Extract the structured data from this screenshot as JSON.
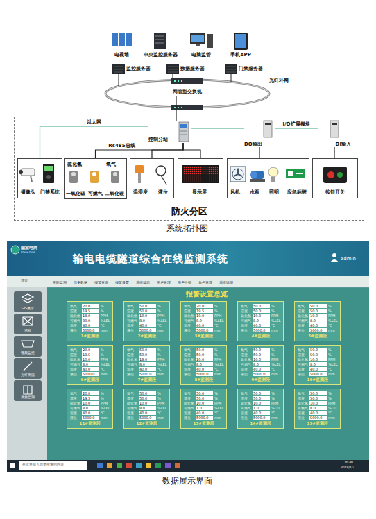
{
  "diagram": {
    "caption": "系统拓扑图",
    "nodes": [
      {
        "text": [
          "电视墙"
        ]
      },
      {
        "text": [
          "中央监控服务器"
        ]
      },
      {
        "text": [
          "电脑监管"
        ]
      },
      {
        "text": [
          "手机APP"
        ]
      },
      {
        "text": [
          "监控服务器"
        ]
      },
      {
        "text": [
          "数据服务器"
        ]
      },
      {
        "text": [
          "门禁服务器"
        ]
      },
      {
        "text": [
          "网管型交换机"
        ]
      },
      {
        "text": [
          "防火分区"
        ]
      },
      {
        "text": [
          "控制分站"
        ],
        "in": 8
      },
      {
        "text": [
          "DO输出"
        ],
        "in": 8
      },
      {
        "text": [
          "DI输入"
        ],
        "in": 8
      },
      {
        "text": [
          "摄像头",
          "门禁系统"
        ],
        "in": 8
      },
      {
        "text": [
          "硫化氢",
          "氧气",
          "一氧化碳",
          "可燃气",
          "二氧化碳"
        ],
        "in": 8
      },
      {
        "text": [
          "温湿度",
          "液位"
        ],
        "in": 8
      },
      {
        "text": [
          "显示屏"
        ],
        "in": 8
      },
      {
        "text": [
          "风机",
          "水泵",
          "照明",
          "应急标牌"
        ],
        "in": 8
      },
      {
        "text": [
          "按钮开关"
        ],
        "in": 8
      },
      {
        "text": [
          "氧气",
          "20.0",
          "%",
          "湿度",
          "19.5",
          "%",
          "硫化氢",
          "18.0",
          "PPM",
          "可燃气",
          "30.0",
          "%LEL",
          "温度",
          "40.0",
          "℃",
          "液位",
          "5000.0",
          "mm",
          "1#监测段"
        ]
      },
      {
        "text": [
          "氧气",
          "50.0",
          "%",
          "湿度",
          "50.0",
          "%",
          "硫化氢",
          "10.0",
          "PPM",
          "可燃气",
          "8.0",
          "%LEL",
          "温度",
          "40.0",
          "℃",
          "液位",
          "5000.0",
          "mm",
          "2#监测段"
        ]
      },
      {
        "text": [
          "氧气",
          "20.0",
          "%",
          "湿度",
          "19.5",
          "%",
          "硫化氢",
          "10.0",
          "PPM",
          "可燃气",
          "8.0",
          "%LEL",
          "温度",
          "40.0",
          "℃",
          "液位",
          "5000.0",
          "mm",
          "3#监测段"
        ]
      },
      {
        "text": [
          "氧气",
          "50.0",
          "%",
          "湿度",
          "50.0",
          "%",
          "硫化氢",
          "10.0",
          "PPM",
          "可燃气",
          "8.0",
          "%LEL",
          "温度",
          "40.0",
          "℃",
          "液位",
          "5000.0",
          "mm",
          "4#监测段"
        ]
      },
      {
        "text": [
          "氧气",
          "50.0",
          "%",
          "湿度",
          "50.0",
          "%",
          "硫化氢",
          "10.0",
          "PPM",
          "可燃气",
          "8.0",
          "%LEL",
          "温度",
          "40.0",
          "℃",
          "液位",
          "5000.0",
          "mm",
          "5#监测段"
        ]
      },
      {
        "text": [
          "氧气",
          "20.0",
          "%",
          "湿度",
          "19.5",
          "%",
          "硫化氢",
          "10.0",
          "PPM",
          "可燃气",
          "8.0",
          "%LEL",
          "温度",
          "40.0",
          "℃",
          "液位",
          "5000.0",
          "mm",
          "6#监测段"
        ]
      },
      {
        "text": [
          "氧气",
          "50.0",
          "%",
          "湿度",
          "50.0",
          "%",
          "硫化氢",
          "18.0",
          "PPM",
          "可燃气",
          "8.0",
          "%LEL",
          "温度",
          "40.0",
          "℃",
          "液位",
          "5000.0",
          "mm",
          "7#监测段"
        ]
      },
      {
        "text": [
          "氧气",
          "50.0",
          "%",
          "湿度",
          "50.0",
          "%",
          "硫化氢",
          "10.0",
          "PPM",
          "可燃气",
          "8.0",
          "%LEL",
          "温度",
          "40.0",
          "℃",
          "液位",
          "5000.0",
          "mm",
          "8#监测段"
        ]
      },
      {
        "text": [
          "氧气",
          "50.0",
          "%",
          "湿度",
          "50.0",
          "%",
          "硫化氢",
          "10.0",
          "PPM",
          "可燃气",
          "8.0",
          "%LEL",
          "温度",
          "40.0",
          "℃",
          "液位",
          "5000.0",
          "mm",
          "9#监测段"
        ]
      },
      {
        "text": [
          "氧气",
          "50.0",
          "%",
          "湿度",
          "50.0",
          "%",
          "硫化氢",
          "10.0",
          "PPM",
          "可燃气",
          "8.0",
          "%LEL",
          "温度",
          "40.0",
          "℃",
          "液位",
          "5000.0",
          "mm",
          "10#监测段"
        ]
      },
      {
        "text": [
          "氧气",
          "20.0",
          "%",
          "湿度",
          "19.5",
          "%",
          "硫化氢",
          "10.0",
          "PPM",
          "可燃气",
          "8.0",
          "%LEL",
          "温度",
          "40.0",
          "℃",
          "液位",
          "5000.0",
          "mm",
          "11#监测段"
        ]
      },
      {
        "text": [
          "氧气",
          "50.0",
          "%",
          "湿度",
          "50.0",
          "%",
          "硫化氢",
          "10.0",
          "PPM",
          "可燃气",
          "8.0",
          "%LEL",
          "温度",
          "40.0",
          "℃",
          "液位",
          "5000.0",
          "mm",
          "12#监测段"
        ]
      },
      {
        "text": [
          "氧气",
          "50.0",
          "%",
          "湿度",
          "50.0",
          "%",
          "硫化氢",
          "10.0",
          "PPM",
          "可燃气",
          "1.0",
          "%LEL",
          "温度",
          "40.0",
          "℃",
          "液位",
          "5000.0",
          "mm",
          "13#监测段"
        ]
      },
      {
        "text": [
          "氧气",
          "50.0",
          "%",
          "湿度",
          "50.0",
          "%",
          "硫化氢",
          "10.0",
          "PPM",
          "可燃气",
          "1.0",
          "%LEL",
          "温度",
          "40.0",
          "℃",
          "液位",
          "5000.0",
          "mm",
          "14#监测段"
        ]
      },
      {
        "text": [
          "氧气",
          "50.0",
          "%",
          "湿度",
          "50.0",
          "%",
          "硫化氢",
          "10.0",
          "PPM",
          "可燃气",
          "8.0",
          "%LEL",
          "温度",
          "40.0",
          "℃",
          "液位",
          "5000.0",
          "mm",
          "15#监测段"
        ]
      }
    ],
    "edges": [
      {
        "from": 7,
        "to": 9,
        "arrow": "none"
      },
      {
        "from": 9,
        "to": 12,
        "label": "以太网",
        "arrow": "none"
      },
      {
        "from": 9,
        "to": 13,
        "label": "Rs485总线",
        "arrow": "none"
      },
      {
        "from": 9,
        "to": 14,
        "arrow": "none"
      },
      {
        "from": 9,
        "to": 15,
        "arrow": "none"
      },
      {
        "from": 9,
        "to": 10,
        "arrow": "none"
      },
      {
        "from": 10,
        "to": 11,
        "label": "I/O扩展模块",
        "arrow": "none"
      },
      {
        "from": 10,
        "to": 16,
        "arrow": "none"
      },
      {
        "from": 11,
        "to": 17,
        "arrow": "none"
      }
    ],
    "labels": [
      "光纤环网",
      "国家电网",
      "State Grid",
      "输电电缆隧道综合在线监测系统",
      "admin",
      "首页",
      "实时监测",
      "历史数据",
      "报警查询",
      "报警设置",
      "系统日志",
      "用户管理",
      "用户注销",
      "角色管理",
      "系统说明",
      "报警设置总览",
      "GIS展示",
      "巡检",
      "视频监控",
      "光纤测温",
      "局放监测",
      "在这里输入你要搜索的内容",
      "20:40",
      "2019/1/7",
      "数据展示界面"
    ]
  }
}
